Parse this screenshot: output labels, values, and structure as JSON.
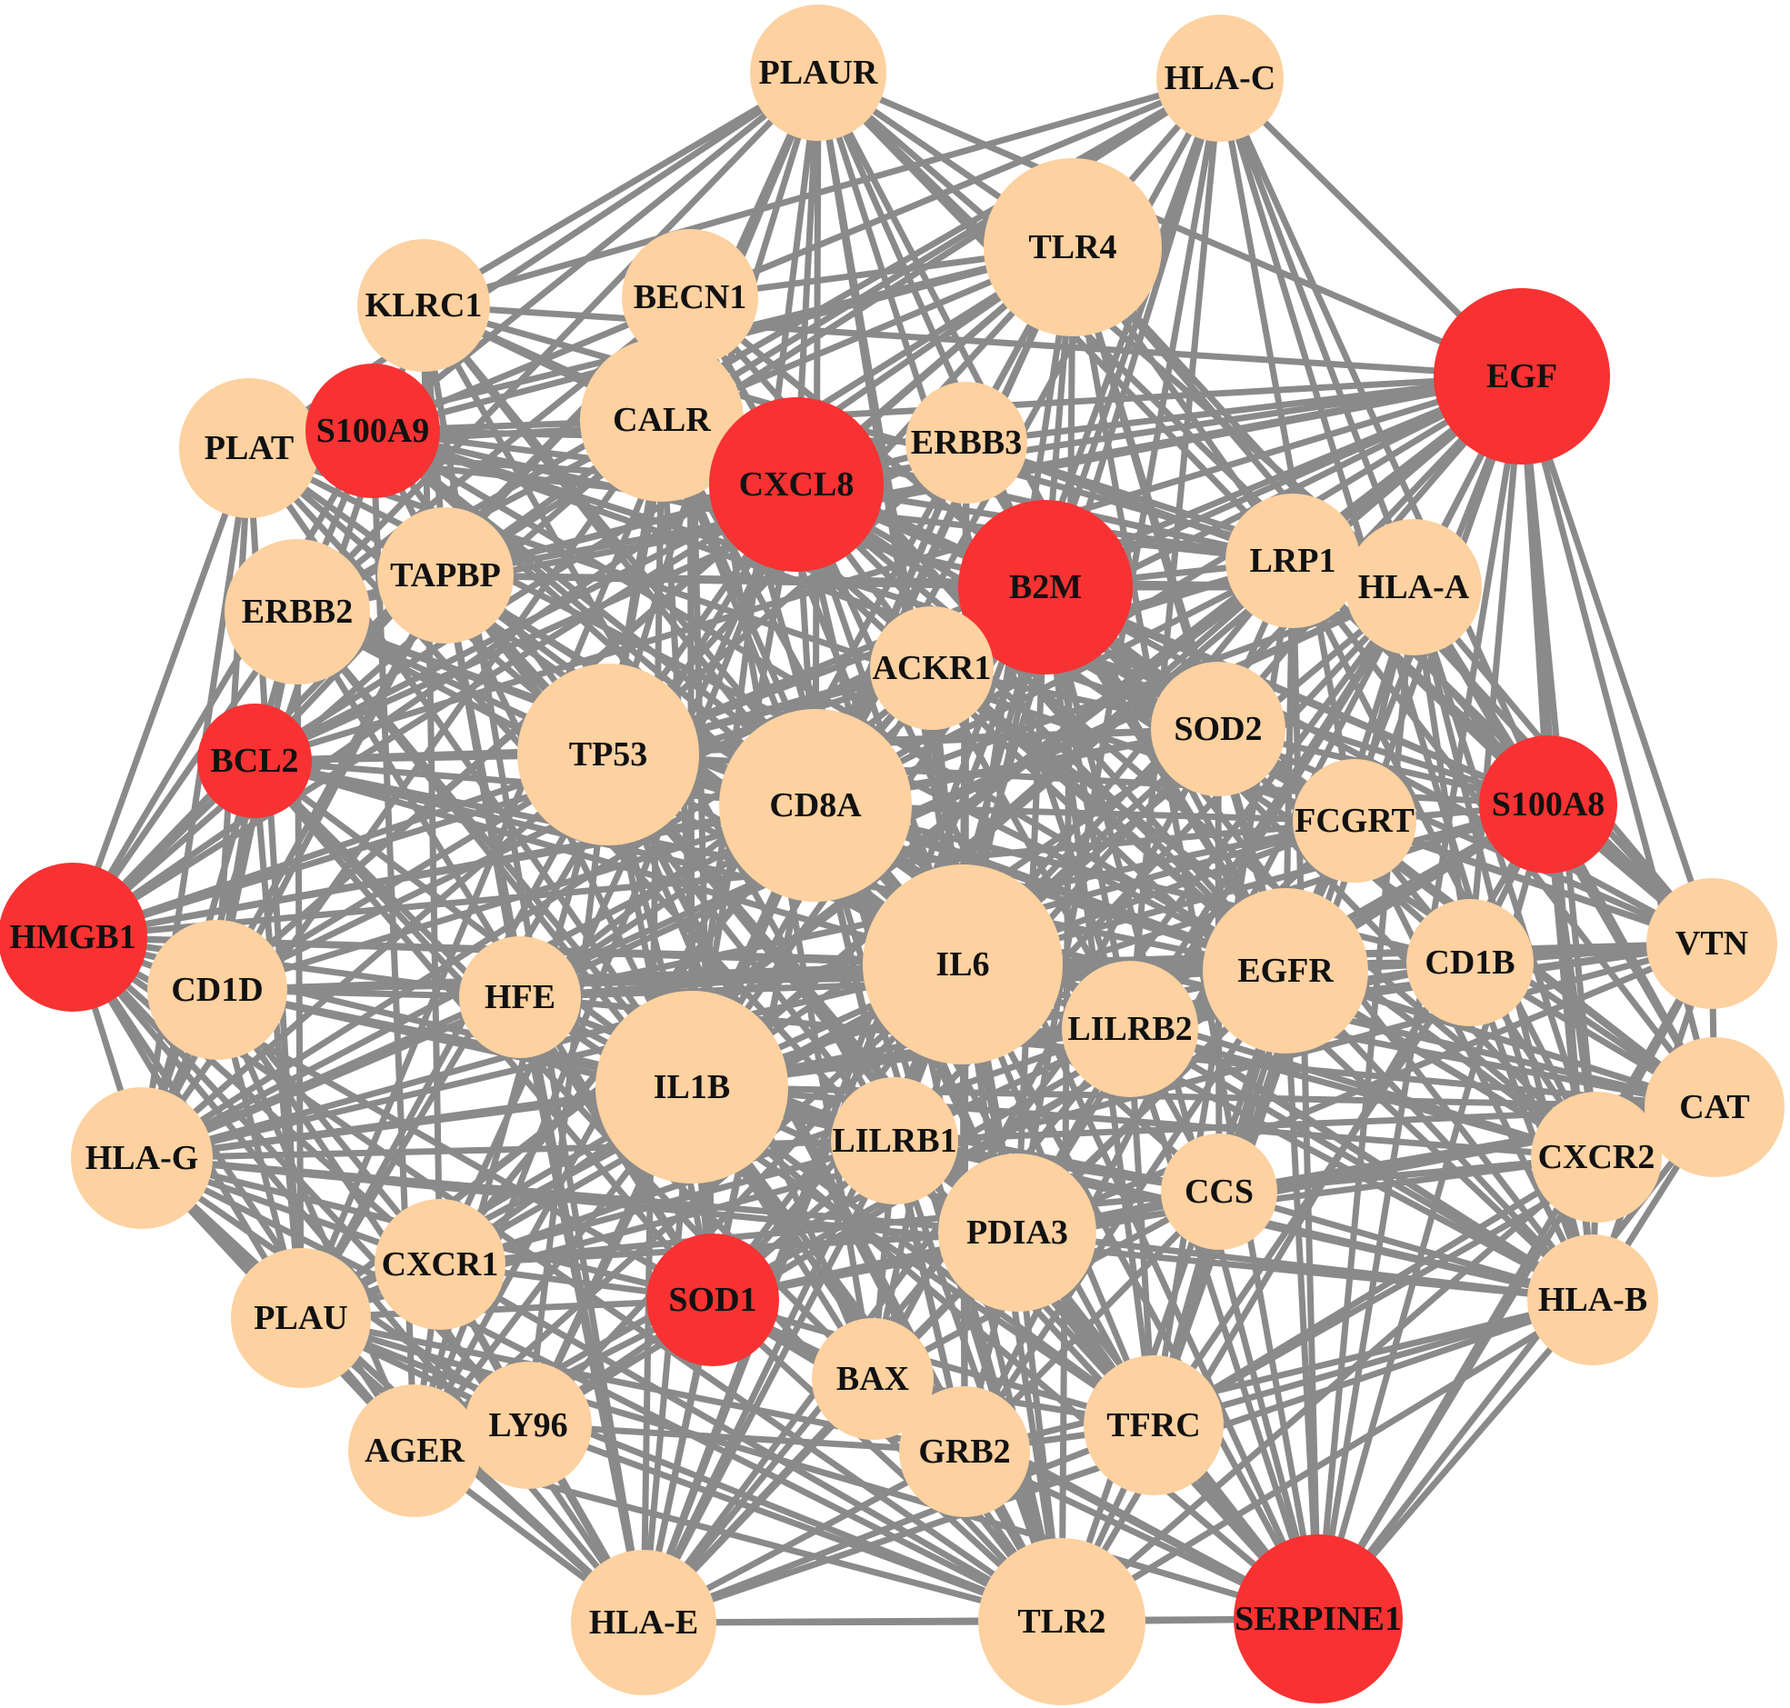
{
  "colors": {
    "background": "#ffffff",
    "edge": "#8a8a8a",
    "node_default": "#fdd1a0",
    "node_highlight": "#f83232",
    "label": "#111111"
  },
  "nodes": [
    {
      "id": "PLAUR",
      "label": "PLAUR",
      "highlight": false
    },
    {
      "id": "HLA-C",
      "label": "HLA-C",
      "highlight": false
    },
    {
      "id": "TLR4",
      "label": "TLR4",
      "highlight": false
    },
    {
      "id": "KLRC1",
      "label": "KLRC1",
      "highlight": false
    },
    {
      "id": "BECN1",
      "label": "BECN1",
      "highlight": false
    },
    {
      "id": "EGF",
      "label": "EGF",
      "highlight": true
    },
    {
      "id": "PLAT",
      "label": "PLAT",
      "highlight": false
    },
    {
      "id": "S100A9",
      "label": "S100A9",
      "highlight": true
    },
    {
      "id": "CALR",
      "label": "CALR",
      "highlight": false
    },
    {
      "id": "CXCL8",
      "label": "CXCL8",
      "highlight": true
    },
    {
      "id": "ERBB3",
      "label": "ERBB3",
      "highlight": false
    },
    {
      "id": "B2M",
      "label": "B2M",
      "highlight": true
    },
    {
      "id": "LRP1",
      "label": "LRP1",
      "highlight": false
    },
    {
      "id": "HLA-A",
      "label": "HLA-A",
      "highlight": false
    },
    {
      "id": "ERBB2",
      "label": "ERBB2",
      "highlight": false
    },
    {
      "id": "TAPBP",
      "label": "TAPBP",
      "highlight": false
    },
    {
      "id": "ACKR1",
      "label": "ACKR1",
      "highlight": false
    },
    {
      "id": "SOD2",
      "label": "SOD2",
      "highlight": false
    },
    {
      "id": "TP53",
      "label": "TP53",
      "highlight": false
    },
    {
      "id": "BCL2",
      "label": "BCL2",
      "highlight": true
    },
    {
      "id": "CD8A",
      "label": "CD8A",
      "highlight": false
    },
    {
      "id": "FCGRT",
      "label": "FCGRT",
      "highlight": false
    },
    {
      "id": "S100A8",
      "label": "S100A8",
      "highlight": true
    },
    {
      "id": "HMGB1",
      "label": "HMGB1",
      "highlight": true
    },
    {
      "id": "VTN",
      "label": "VTN",
      "highlight": false
    },
    {
      "id": "CD1D",
      "label": "CD1D",
      "highlight": false
    },
    {
      "id": "HFE",
      "label": "HFE",
      "highlight": false
    },
    {
      "id": "IL6",
      "label": "IL6",
      "highlight": false
    },
    {
      "id": "EGFR",
      "label": "EGFR",
      "highlight": false
    },
    {
      "id": "CD1B",
      "label": "CD1B",
      "highlight": false
    },
    {
      "id": "LILRB2",
      "label": "LILRB2",
      "highlight": false
    },
    {
      "id": "IL1B",
      "label": "IL1B",
      "highlight": false
    },
    {
      "id": "CAT",
      "label": "CAT",
      "highlight": false
    },
    {
      "id": "HLA-G",
      "label": "HLA-G",
      "highlight": false
    },
    {
      "id": "LILRB1",
      "label": "LILRB1",
      "highlight": false
    },
    {
      "id": "CXCR2",
      "label": "CXCR2",
      "highlight": false
    },
    {
      "id": "CCS",
      "label": "CCS",
      "highlight": false
    },
    {
      "id": "PDIA3",
      "label": "PDIA3",
      "highlight": false
    },
    {
      "id": "CXCR1",
      "label": "CXCR1",
      "highlight": false
    },
    {
      "id": "SOD1",
      "label": "SOD1",
      "highlight": true
    },
    {
      "id": "HLA-B",
      "label": "HLA-B",
      "highlight": false
    },
    {
      "id": "PLAU",
      "label": "PLAU",
      "highlight": false
    },
    {
      "id": "BAX",
      "label": "BAX",
      "highlight": false
    },
    {
      "id": "TFRC",
      "label": "TFRC",
      "highlight": false
    },
    {
      "id": "LY96",
      "label": "LY96",
      "highlight": false
    },
    {
      "id": "GRB2",
      "label": "GRB2",
      "highlight": false
    },
    {
      "id": "AGER",
      "label": "AGER",
      "highlight": false
    },
    {
      "id": "HLA-E",
      "label": "HLA-E",
      "highlight": false
    },
    {
      "id": "TLR2",
      "label": "TLR2",
      "highlight": false
    },
    {
      "id": "SERPINE1",
      "label": "SERPINE1",
      "highlight": true
    }
  ]
}
